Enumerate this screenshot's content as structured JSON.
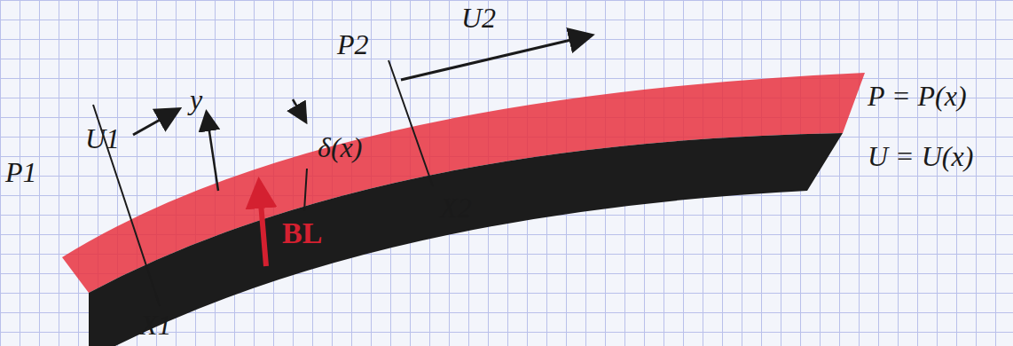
{
  "diagram": {
    "labels": [
      "P1",
      "U1",
      "y",
      "δ(x)",
      "BL",
      "P2",
      "U2",
      "X2",
      "X1",
      "P = P(x)",
      "U = U(x)"
    ]
  }
}
